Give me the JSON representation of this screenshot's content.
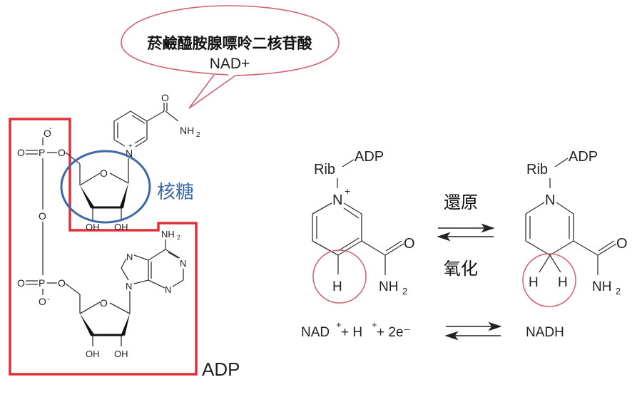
{
  "bubble": {
    "line1": "菸鹼醯胺腺嘌呤二核苷酸",
    "line2": "NAD+"
  },
  "labels": {
    "ribose": "核糖",
    "adp": "ADP"
  },
  "colors": {
    "adp_box": "#e0303c",
    "ribose_circle": "#3d67a8",
    "bubble_outline": "#d06070",
    "h_circle": "#d06070",
    "ribose_label": "#3d67a8",
    "adp_label": "#dd1020"
  },
  "nad_structure": {
    "phosphate_top": {
      "o_minus": "O",
      "charge": "-",
      "o_double": "O",
      "p": "P",
      "o_link": "O"
    },
    "bridge_o": "O",
    "phosphate_bottom": {
      "o_double": "O",
      "p": "P",
      "o_link": "O",
      "o_minus": "O",
      "charge": "-"
    },
    "ring_o_top": "O",
    "ring_o_bottom": "O",
    "n_plus": "N",
    "plus": "+",
    "carbonyl_o": "O",
    "amide": "NH",
    "sub2": "2",
    "oh1": "OH",
    "oh2": "OH",
    "oh3": "OH",
    "oh4": "OH",
    "adenine_nh2": "NH",
    "n": "N"
  },
  "reaction": {
    "left": {
      "rib": "Rib",
      "adp": "ADP",
      "n": "N",
      "plus": "+",
      "h": "H",
      "o": "O",
      "nh2": "NH",
      "sub2": "2"
    },
    "right": {
      "rib": "Rib",
      "adp": "ADP",
      "n": "N",
      "h1": "H",
      "h2": "H",
      "o": "O",
      "nh2": "NH",
      "sub2": "2"
    },
    "reduction": "還原",
    "oxidation": "氧化",
    "equation": {
      "nad": "NAD",
      "sup_plus": "+",
      "plus1": " + H",
      "plus2": " + 2e⁻",
      "product": "NADH"
    }
  }
}
